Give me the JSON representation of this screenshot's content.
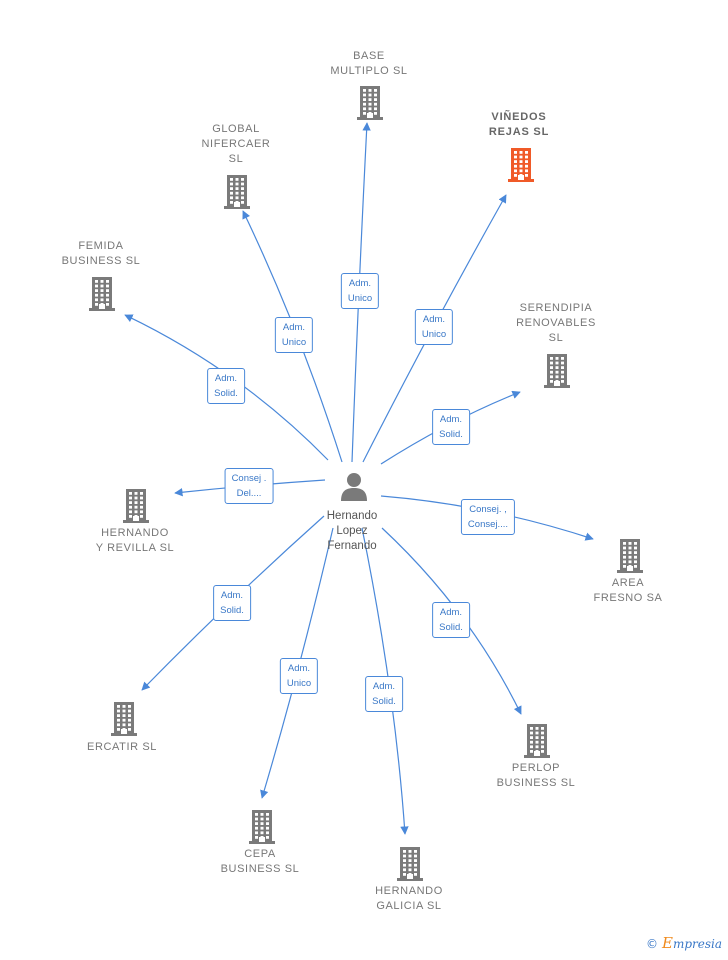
{
  "center": {
    "name_lines": [
      "Hernando",
      "Lopez",
      "Fernando"
    ]
  },
  "companies": [
    {
      "id": "base-multiplo",
      "lines": [
        "BASE",
        "MULTIPLO  SL"
      ],
      "focus": false,
      "role": [
        "Adm.",
        "Unico"
      ]
    },
    {
      "id": "vinedos-rejas",
      "lines": [
        "VIÑEDOS",
        "REJAS  SL"
      ],
      "focus": true,
      "role": [
        "Adm.",
        "Unico"
      ]
    },
    {
      "id": "global-nifercaer",
      "lines": [
        "GLOBAL",
        "NIFERCAER",
        "SL"
      ],
      "focus": false,
      "role": [
        "Adm.",
        "Unico"
      ]
    },
    {
      "id": "femida-business",
      "lines": [
        "FEMIDA",
        "BUSINESS  SL"
      ],
      "focus": false,
      "role": [
        "Adm.",
        "Solid."
      ]
    },
    {
      "id": "serendipia-renovables",
      "lines": [
        "SERENDIPIA",
        "RENOVABLES",
        "SL"
      ],
      "focus": false,
      "role": [
        "Adm.",
        "Solid."
      ]
    },
    {
      "id": "hernando-y-revilla",
      "lines": [
        "HERNANDO",
        "Y REVILLA  SL"
      ],
      "focus": false,
      "role": [
        "Consej .",
        "Del...."
      ]
    },
    {
      "id": "area-fresno",
      "lines": [
        "AREA",
        "FRESNO SA"
      ],
      "focus": false,
      "role": [
        "Consej. ,",
        "Consej...."
      ]
    },
    {
      "id": "ercatir",
      "lines": [
        "ERCATIR  SL"
      ],
      "focus": false,
      "role": [
        "Adm.",
        "Solid."
      ]
    },
    {
      "id": "perlop-business",
      "lines": [
        "PERLOP",
        "BUSINESS  SL"
      ],
      "focus": false,
      "role": [
        "Adm.",
        "Solid."
      ]
    },
    {
      "id": "cepa-business",
      "lines": [
        "CEPA",
        "BUSINESS  SL"
      ],
      "focus": false,
      "role": [
        "Adm.",
        "Unico"
      ]
    },
    {
      "id": "hernando-galicia",
      "lines": [
        "HERNANDO",
        "GALICIA  SL"
      ],
      "focus": false,
      "role": [
        "Adm.",
        "Solid."
      ]
    }
  ],
  "colors": {
    "edge": "#4a88d9",
    "building": "#7a7a7a",
    "building_focus": "#f05a28",
    "person": "#7a7a7a"
  },
  "brand": {
    "copyright": "©",
    "name": "mpresia",
    "initial": "E"
  }
}
